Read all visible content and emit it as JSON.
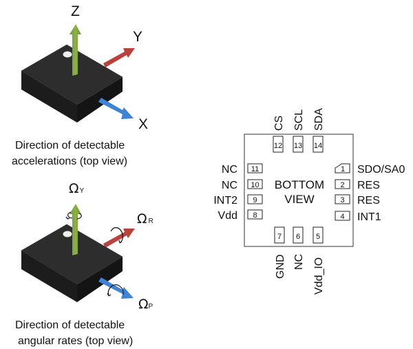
{
  "accel_diagram": {
    "axes": {
      "z": "Z",
      "y": "Y",
      "x": "X"
    },
    "caption_line1": "Direction of detectable",
    "caption_line2": "accelerations (top view)"
  },
  "gyro_diagram": {
    "axes": {
      "yaw": {
        "symbol": "Ω",
        "sub": "Y"
      },
      "roll": {
        "symbol": "Ω",
        "sub": "R"
      },
      "pitch": {
        "symbol": "Ω",
        "sub": "P"
      }
    },
    "caption_line1": "Direction of detectable",
    "caption_line2": "angular rates (top view)"
  },
  "pinout": {
    "center_line1": "BOTTOM",
    "center_line2": "VIEW",
    "colors": {
      "z_axis": "#7ba13e",
      "y_axis": "#b9433c",
      "x_axis": "#3f83d4",
      "chip_body": "#262626"
    },
    "top_pins": [
      {
        "num": "12",
        "name": "CS"
      },
      {
        "num": "13",
        "name": "SCL"
      },
      {
        "num": "14",
        "name": "SDA"
      }
    ],
    "right_pins": [
      {
        "num": "1",
        "name": "SDO/SA0"
      },
      {
        "num": "2",
        "name": "RES"
      },
      {
        "num": "3",
        "name": "RES"
      },
      {
        "num": "4",
        "name": "INT1"
      }
    ],
    "bottom_pins": [
      {
        "num": "7",
        "name": "GND"
      },
      {
        "num": "6",
        "name": "NC"
      },
      {
        "num": "5",
        "name": "Vdd_IO"
      }
    ],
    "left_pins": [
      {
        "num": "11",
        "name": "NC"
      },
      {
        "num": "10",
        "name": "NC"
      },
      {
        "num": "9",
        "name": "INT2"
      },
      {
        "num": "8",
        "name": "Vdd"
      }
    ]
  }
}
